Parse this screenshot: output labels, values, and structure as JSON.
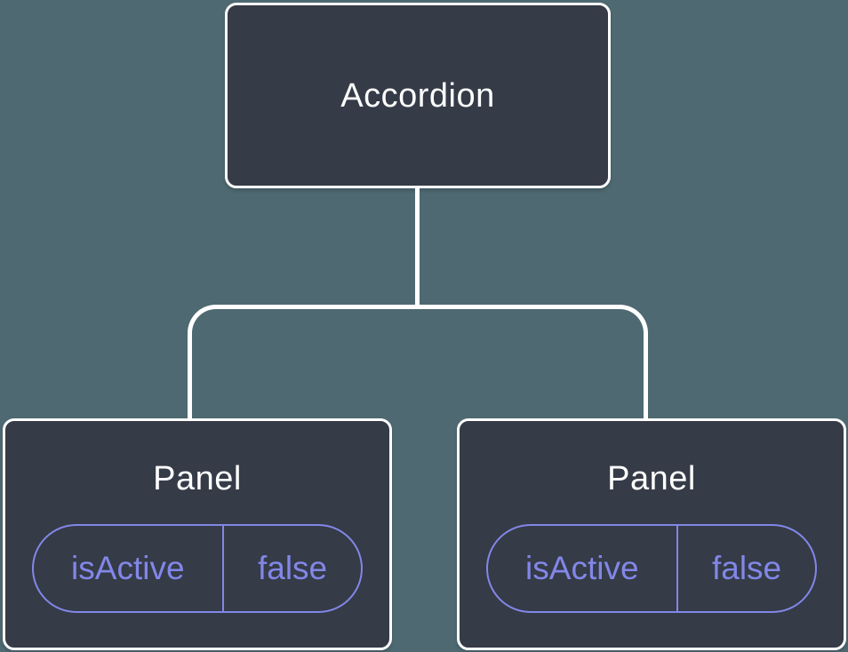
{
  "colors": {
    "background": "#4e6971",
    "node_fill": "#353b47",
    "node_border": "#ffffff",
    "connector": "#ffffff",
    "accent": "#8287e8",
    "label_text": "#ffffff"
  },
  "tree": {
    "root": {
      "label": "Accordion"
    },
    "children": [
      {
        "label": "Panel",
        "state": {
          "key": "isActive",
          "value": "false"
        }
      },
      {
        "label": "Panel",
        "state": {
          "key": "isActive",
          "value": "false"
        }
      }
    ]
  }
}
